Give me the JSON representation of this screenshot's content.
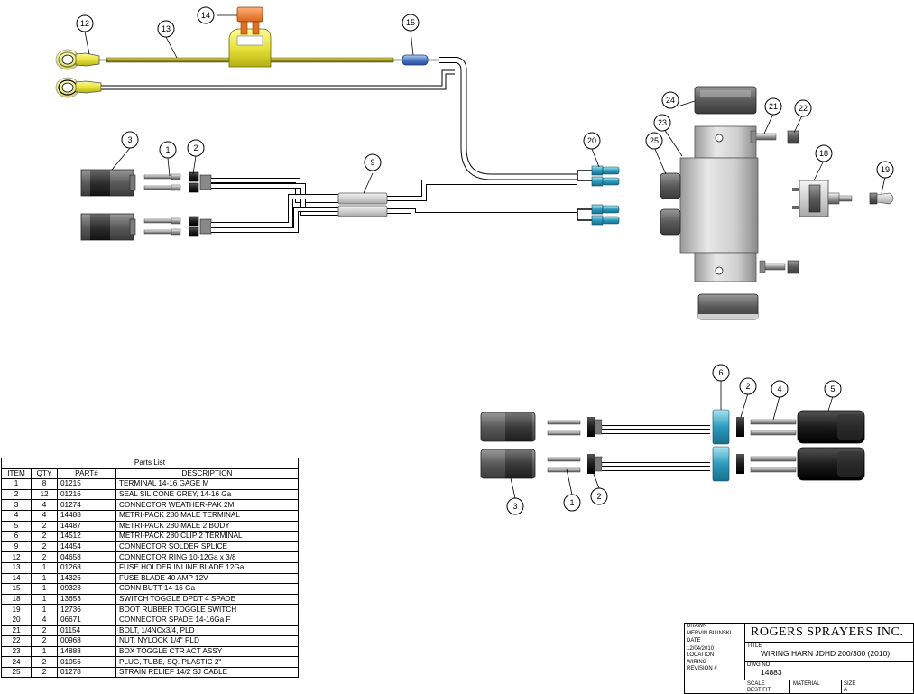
{
  "balloons": {
    "b12": "12",
    "b13": "13",
    "b14": "14",
    "b15": "15",
    "b3a": "3",
    "b1a": "1",
    "b2a": "2",
    "b9": "9",
    "b20": "20",
    "b24": "24",
    "b23": "23",
    "b25": "25",
    "b21": "21",
    "b22": "22",
    "b18": "18",
    "b19": "19",
    "b6": "6",
    "b2b": "2",
    "b4": "4",
    "b5": "5",
    "b3b": "3",
    "b1b": "1",
    "b2c": "2"
  },
  "parts_list": {
    "title": "Parts List",
    "headers": [
      "ITEM",
      "QTY",
      "PART#",
      "DESCRIPTION"
    ],
    "rows": [
      {
        "item": "1",
        "qty": "8",
        "part": "01215",
        "desc": "TERMINAL 14-16 GAGE M"
      },
      {
        "item": "2",
        "qty": "12",
        "part": "01216",
        "desc": "SEAL SILICONE GREY, 14-16 Ga"
      },
      {
        "item": "3",
        "qty": "4",
        "part": "01274",
        "desc": "CONNECTOR WEATHER-PAK 2M"
      },
      {
        "item": "4",
        "qty": "4",
        "part": "14488",
        "desc": "METRI-PACK 280 MALE TERMINAL"
      },
      {
        "item": "5",
        "qty": "2",
        "part": "14487",
        "desc": "METRI-PACK 280 MALE 2 BODY"
      },
      {
        "item": "6",
        "qty": "2",
        "part": "14512",
        "desc": "METRI-PACK 280 CLIP 2 TERMINAL"
      },
      {
        "item": "9",
        "qty": "2",
        "part": "14454",
        "desc": "CONNECTOR SOLDER SPLICE"
      },
      {
        "item": "12",
        "qty": "2",
        "part": "04658",
        "desc": "CONNECTOR RING 10-12Ga x 3/8"
      },
      {
        "item": "13",
        "qty": "1",
        "part": "01268",
        "desc": "FUSE HOLDER INLINE BLADE 12Ga"
      },
      {
        "item": "14",
        "qty": "1",
        "part": "14326",
        "desc": "FUSE BLADE 40 AMP 12V"
      },
      {
        "item": "15",
        "qty": "1",
        "part": "09323",
        "desc": "CONN BUTT 14-16 Ga"
      },
      {
        "item": "18",
        "qty": "1",
        "part": "13653",
        "desc": "SWITCH TOGGLE DPDT 4 SPADE"
      },
      {
        "item": "19",
        "qty": "1",
        "part": "12736",
        "desc": "BOOT RUBBER TOGGLE SWITCH"
      },
      {
        "item": "20",
        "qty": "4",
        "part": "06671",
        "desc": "CONNECTOR SPADE 14-16Ga F"
      },
      {
        "item": "21",
        "qty": "2",
        "part": "01154",
        "desc": "BOLT, 1/4NCx3/4, PLD"
      },
      {
        "item": "22",
        "qty": "2",
        "part": "00968",
        "desc": "NUT, NYLOCK 1/4\" PLD"
      },
      {
        "item": "23",
        "qty": "1",
        "part": "14888",
        "desc": "BOX TOGGLE CTR ACT ASSY"
      },
      {
        "item": "24",
        "qty": "2",
        "part": "01056",
        "desc": "PLUG, TUBE, SQ. PLASTIC 2\""
      },
      {
        "item": "25",
        "qty": "2",
        "part": "01278",
        "desc": "STRAIN RELIEF 14/2 SJ CABLE"
      }
    ]
  },
  "title_block": {
    "drawn_label": "DRAWN",
    "drawn_value": "MERVIN BILINSKI",
    "date_label": "DATE",
    "date_value": "12/04/2010",
    "location_label": "LOCATION",
    "location_value": "WIRING",
    "revision_label": "REVISION #",
    "company": "ROGERS SPRAYERS INC.",
    "title_label": "TITLE",
    "title_value": "WIRING HARN JDHD 200/300 (2010)",
    "dwg_label": "DWG NO",
    "dwg_value": "14883",
    "scale_label": "SCALE",
    "scale_value": "BEST FIT",
    "material_label": "MATERIAL",
    "size_label": "SIZE",
    "size_value": "A"
  }
}
